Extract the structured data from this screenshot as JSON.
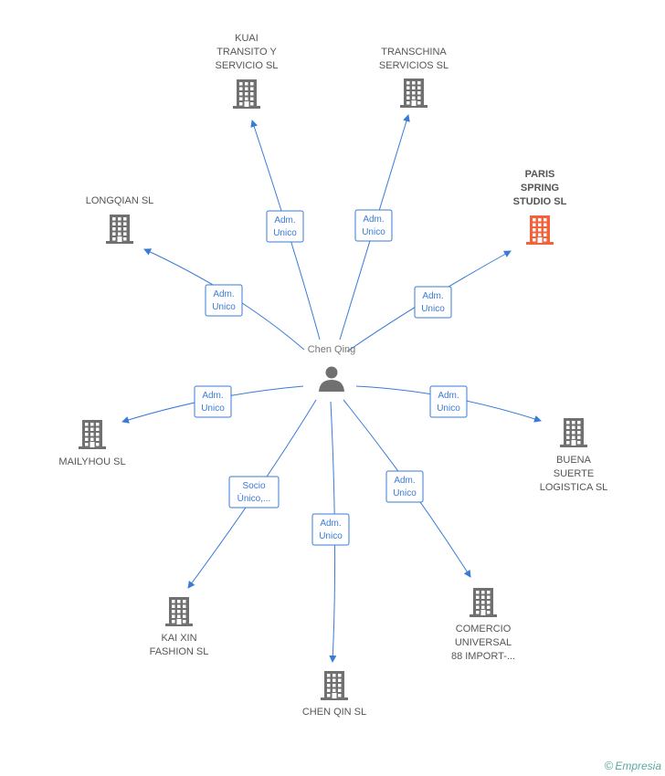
{
  "colors": {
    "edge": "#3a7bd5",
    "building": "#707070",
    "building_highlight": "#f4623a",
    "person": "#707070",
    "label_box_border": "#3a7bd5"
  },
  "center": {
    "name": "Chen Qing",
    "icon": "person-icon"
  },
  "companies": [
    {
      "id": "kuai",
      "lines": [
        "KUAI",
        "TRANSITO Y",
        "SERVICIO SL"
      ],
      "icon": "building-icon",
      "highlight": false
    },
    {
      "id": "transchina",
      "lines": [
        "TRANSCHINA",
        "SERVICIOS SL"
      ],
      "icon": "building-icon",
      "highlight": false
    },
    {
      "id": "paris",
      "lines": [
        "PARIS",
        "SPRING",
        "STUDIO SL"
      ],
      "icon": "building-icon",
      "highlight": true
    },
    {
      "id": "longqian",
      "lines": [
        "LONGQIAN SL"
      ],
      "icon": "building-icon",
      "highlight": false
    },
    {
      "id": "mailyhou",
      "lines": [
        "MAILYHOU SL"
      ],
      "icon": "building-icon",
      "highlight": false
    },
    {
      "id": "buena",
      "lines": [
        "BUENA",
        "SUERTE",
        "LOGISTICA SL"
      ],
      "icon": "building-icon",
      "highlight": false
    },
    {
      "id": "kaixin",
      "lines": [
        "KAI XIN",
        "FASHION SL"
      ],
      "icon": "building-icon",
      "highlight": false
    },
    {
      "id": "chenqin",
      "lines": [
        "CHEN QIN SL"
      ],
      "icon": "building-icon",
      "highlight": false
    },
    {
      "id": "comercio",
      "lines": [
        "COMERCIO",
        "UNIVERSAL",
        "88 IMPORT-..."
      ],
      "icon": "building-icon",
      "highlight": false
    }
  ],
  "edges": [
    {
      "to": "kuai",
      "role": [
        "Adm.",
        "Unico"
      ]
    },
    {
      "to": "transchina",
      "role": [
        "Adm.",
        "Unico"
      ]
    },
    {
      "to": "paris",
      "role": [
        "Adm.",
        "Unico"
      ]
    },
    {
      "to": "longqian",
      "role": [
        "Adm.",
        "Unico"
      ]
    },
    {
      "to": "mailyhou",
      "role": [
        "Adm.",
        "Unico"
      ]
    },
    {
      "to": "buena",
      "role": [
        "Adm.",
        "Unico"
      ]
    },
    {
      "to": "kaixin",
      "role": [
        "Socio",
        "Único,..."
      ]
    },
    {
      "to": "chenqin",
      "role": [
        "Adm.",
        "Unico"
      ]
    },
    {
      "to": "comercio",
      "role": [
        "Adm.",
        "Unico"
      ]
    }
  ],
  "watermark": {
    "symbol": "©",
    "brand": "Empresia"
  }
}
